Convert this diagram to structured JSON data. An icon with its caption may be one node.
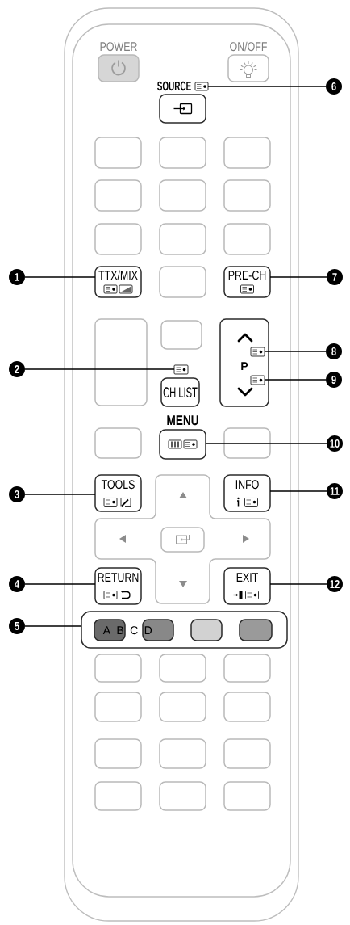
{
  "diagram": {
    "nodes": [
      {
        "text": [
          "POWER"
        ]
      },
      {
        "text": [
          "ON/OFF"
        ]
      },
      {
        "text": [
          "SOURCE"
        ]
      },
      {
        "text": [],
        "shape": "picture"
      },
      {
        "text": [
          "6"
        ]
      },
      {
        "text": [],
        "shape": "box"
      },
      {
        "text": [],
        "shape": "box"
      },
      {
        "text": [],
        "shape": "box"
      },
      {
        "text": [],
        "shape": "box"
      },
      {
        "text": [],
        "shape": "box"
      },
      {
        "text": [],
        "shape": "box"
      },
      {
        "text": [],
        "shape": "box"
      },
      {
        "text": [],
        "shape": "box"
      },
      {
        "text": [],
        "shape": "box"
      },
      {
        "text": [
          "1"
        ]
      },
      {
        "text": [
          "TTX/MIX"
        ]
      },
      {
        "text": [],
        "shape": "box"
      },
      {
        "text": [
          "PRE-CH"
        ]
      },
      {
        "text": [
          "7"
        ]
      },
      {
        "text": [],
        "shape": "box"
      },
      {
        "text": [],
        "shape": "box"
      },
      {
        "text": [
          "P"
        ]
      },
      {
        "text": [],
        "shape": "picture",
        "in": 21
      },
      {
        "text": [
          "8"
        ]
      },
      {
        "text": [
          "2"
        ]
      },
      {
        "text": [],
        "shape": "picture"
      },
      {
        "text": [],
        "shape": "picture",
        "in": 21
      },
      {
        "text": [
          "9"
        ]
      },
      {
        "text": [
          "CH LIST"
        ]
      },
      {
        "text": [],
        "shape": "box"
      },
      {
        "text": [
          "MENU"
        ]
      },
      {
        "text": [],
        "shape": "box"
      },
      {
        "text": [
          "10"
        ]
      },
      {
        "text": [
          "3"
        ]
      },
      {
        "text": [
          "TOOLS"
        ]
      },
      {
        "text": [
          "INFO"
        ]
      },
      {
        "text": [
          "11"
        ]
      },
      {
        "text": [],
        "shape": "box"
      },
      {
        "text": [
          "4"
        ]
      },
      {
        "text": [
          "RETURN"
        ]
      },
      {
        "text": [
          "EXIT"
        ]
      },
      {
        "text": [
          "12"
        ]
      },
      {
        "text": [
          "5"
        ]
      },
      {
        "text": [],
        "shape": "box"
      },
      {
        "text": [],
        "shape": "box",
        "in": 43
      },
      {
        "text": [],
        "shape": "box",
        "in": 43
      },
      {
        "text": [],
        "shape": "box",
        "in": 43
      },
      {
        "text": [],
        "shape": "box",
        "in": 43
      },
      {
        "text": [],
        "shape": "box"
      },
      {
        "text": [],
        "shape": "box"
      },
      {
        "text": [],
        "shape": "box"
      },
      {
        "text": [],
        "shape": "box"
      },
      {
        "text": [],
        "shape": "box"
      },
      {
        "text": [],
        "shape": "box"
      },
      {
        "text": [],
        "shape": "box"
      },
      {
        "text": [],
        "shape": "box"
      },
      {
        "text": [],
        "shape": "box"
      },
      {
        "text": [],
        "shape": "box"
      },
      {
        "text": [],
        "shape": "box"
      },
      {
        "text": [],
        "shape": "box"
      }
    ],
    "edges": [
      {
        "from": 14,
        "to": 15,
        "arrow": "none"
      },
      {
        "from": 24,
        "to": 25,
        "arrow": "none"
      },
      {
        "from": 33,
        "to": 34,
        "arrow": "none"
      },
      {
        "from": 38,
        "to": 39,
        "arrow": "none"
      },
      {
        "from": 42,
        "to": 43,
        "arrow": "none"
      },
      {
        "from": 4,
        "to": 3,
        "arrow": "none"
      },
      {
        "from": 18,
        "to": 17,
        "arrow": "none"
      },
      {
        "from": 23,
        "to": 22,
        "arrow": "none"
      },
      {
        "from": 27,
        "to": 26,
        "arrow": "none"
      },
      {
        "from": 32,
        "to": 30,
        "arrow": "none"
      },
      {
        "from": 36,
        "to": 35,
        "arrow": "none"
      },
      {
        "from": 41,
        "to": 40,
        "arrow": "none"
      }
    ],
    "labels": [
      "A B C D"
    ]
  }
}
